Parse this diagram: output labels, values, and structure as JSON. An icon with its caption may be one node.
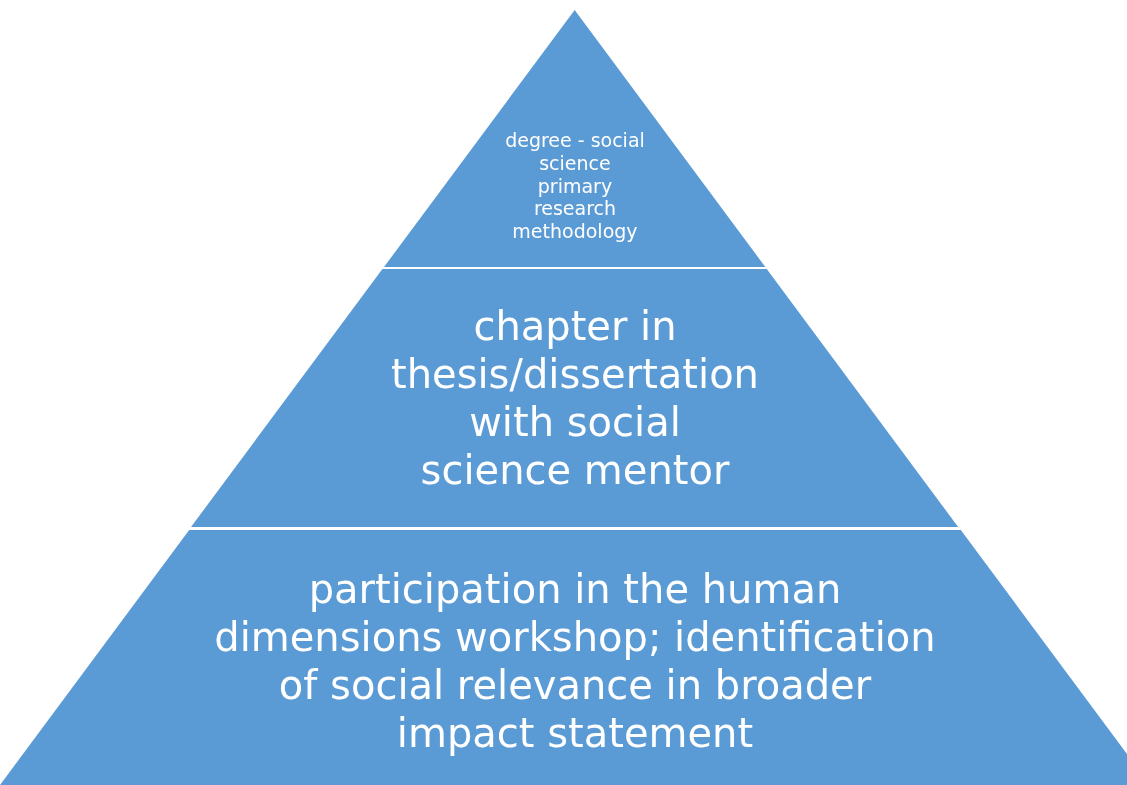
{
  "diagram": {
    "nodes": [
      {
        "text": [
          "degree - social science primary research methodology"
        ]
      },
      {
        "text": [
          "chapter in thesis/dissertation with social science mentor"
        ]
      },
      {
        "text": [
          "participation in the human dimensions workshop; identification of social relevance in broader impact statement"
        ]
      }
    ]
  }
}
